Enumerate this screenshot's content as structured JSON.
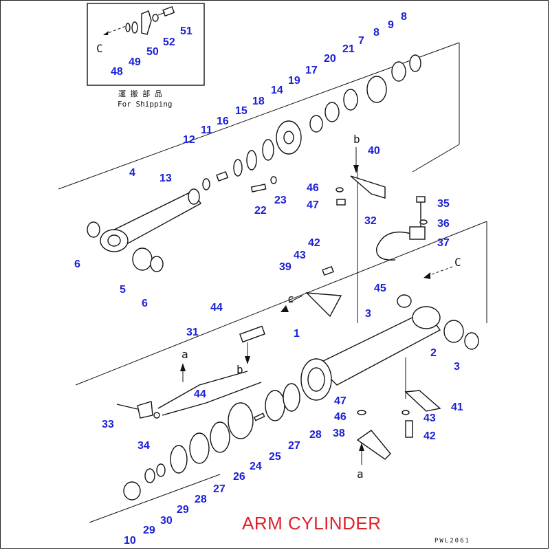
{
  "title": "ARM CYLINDER",
  "drawing_code": "PWL2061",
  "inset": {
    "caption_jp": "運 搬 部 品",
    "caption_en": "For Shipping",
    "letter": "C"
  },
  "view_letters": [
    "a",
    "b",
    "c",
    "C"
  ],
  "callouts": [
    "1",
    "2",
    "3",
    "4",
    "5",
    "6",
    "7",
    "8",
    "9",
    "10",
    "11",
    "12",
    "13",
    "14",
    "15",
    "16",
    "17",
    "18",
    "19",
    "20",
    "21",
    "22",
    "23",
    "24",
    "25",
    "26",
    "27",
    "28",
    "29",
    "30",
    "31",
    "32",
    "33",
    "34",
    "35",
    "36",
    "37",
    "38",
    "39",
    "40",
    "41",
    "42",
    "43",
    "44",
    "45",
    "46",
    "47",
    "48",
    "49",
    "50",
    "51",
    "52"
  ],
  "colors": {
    "callout": "#1a1fd6",
    "title": "#e0202a",
    "line": "#111111"
  }
}
